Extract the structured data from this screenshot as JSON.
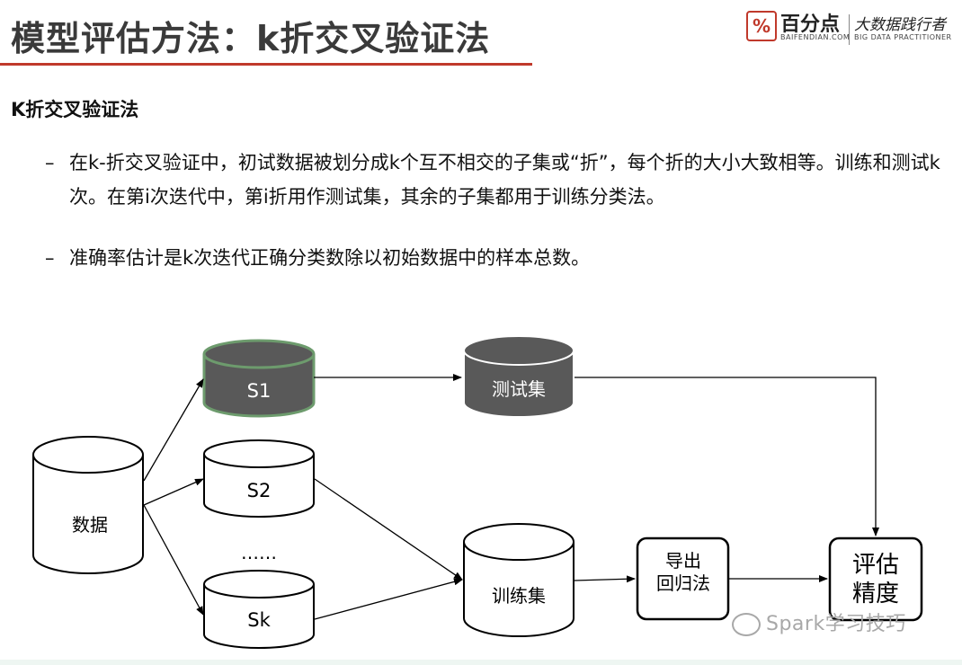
{
  "header": {
    "title": "模型评估方法：k折交叉验证法"
  },
  "logo": {
    "mark": "%",
    "name": "百分点",
    "domain": "BAIFENDIAN.COM",
    "slogan": "大数据践行者",
    "slogan_en": "BIG DATA PRACTITIONER",
    "accent": "#c0392b"
  },
  "content": {
    "subheading": "K折交叉验证法",
    "bullets": [
      {
        "dash": "–",
        "text": "在k-折交叉验证中，初试数据被划分成k个互不相交的子集或“折”，每个折的大小大致相等。训练和测试k次。在第i次迭代中，第i折用作测试集，其余的子集都用于训练分类法。"
      },
      {
        "dash": "–",
        "text": "准确率估计是k次迭代正确分类数除以初始数据中的样本总数。"
      }
    ]
  },
  "diagram": {
    "data_label": "数据",
    "s1_label": "S1",
    "s2_label": "S2",
    "ellipsis": "……",
    "sk_label": "Sk",
    "test_label": "测试集",
    "train_label": "训练集",
    "regress_line1": "导出",
    "regress_line2": "回归法",
    "eval_line1": "评估",
    "eval_line2": "精度",
    "colors": {
      "dark_fill": "#595959",
      "s1_border": "#6d9b6d",
      "stroke": "#000000"
    }
  },
  "watermark": {
    "text": "Spark学习技巧"
  }
}
